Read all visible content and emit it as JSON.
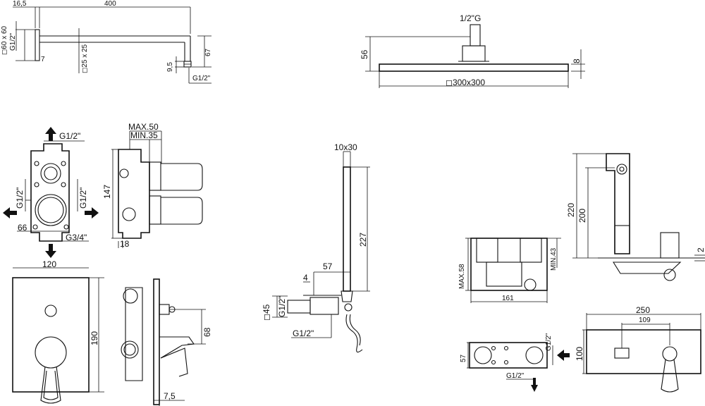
{
  "shower_arm": {
    "dims": [
      "16,5",
      "400",
      "◻60 x 60",
      "G1/2\"",
      "7",
      "◻25 x 25",
      "67",
      "9,5",
      "G1/2\""
    ]
  },
  "shower_head": {
    "dims": [
      "1/2\"G",
      "56",
      "8",
      "◻300x300"
    ]
  },
  "diverter_body": {
    "dims": [
      "G1/2\"",
      "G1/2\"",
      "G1/2\"",
      "66",
      "G3/4\"",
      "MAX.50",
      "MIN.35",
      "147",
      "18"
    ]
  },
  "mixer_plate": {
    "dims": [
      "120",
      "190",
      "68",
      "7,5"
    ]
  },
  "hand_shower": {
    "dims": [
      "10x30",
      "227",
      "57",
      "4",
      "◻45",
      "G1/2\"",
      "G1/2\""
    ]
  },
  "basin_mixer": {
    "dims": [
      "220",
      "200",
      "2",
      "MAX.58",
      "MIN.43",
      "161"
    ]
  },
  "basin_body": {
    "dims": [
      "57",
      "G1/2\"",
      "G1/2\"",
      "250",
      "109",
      "100"
    ]
  }
}
